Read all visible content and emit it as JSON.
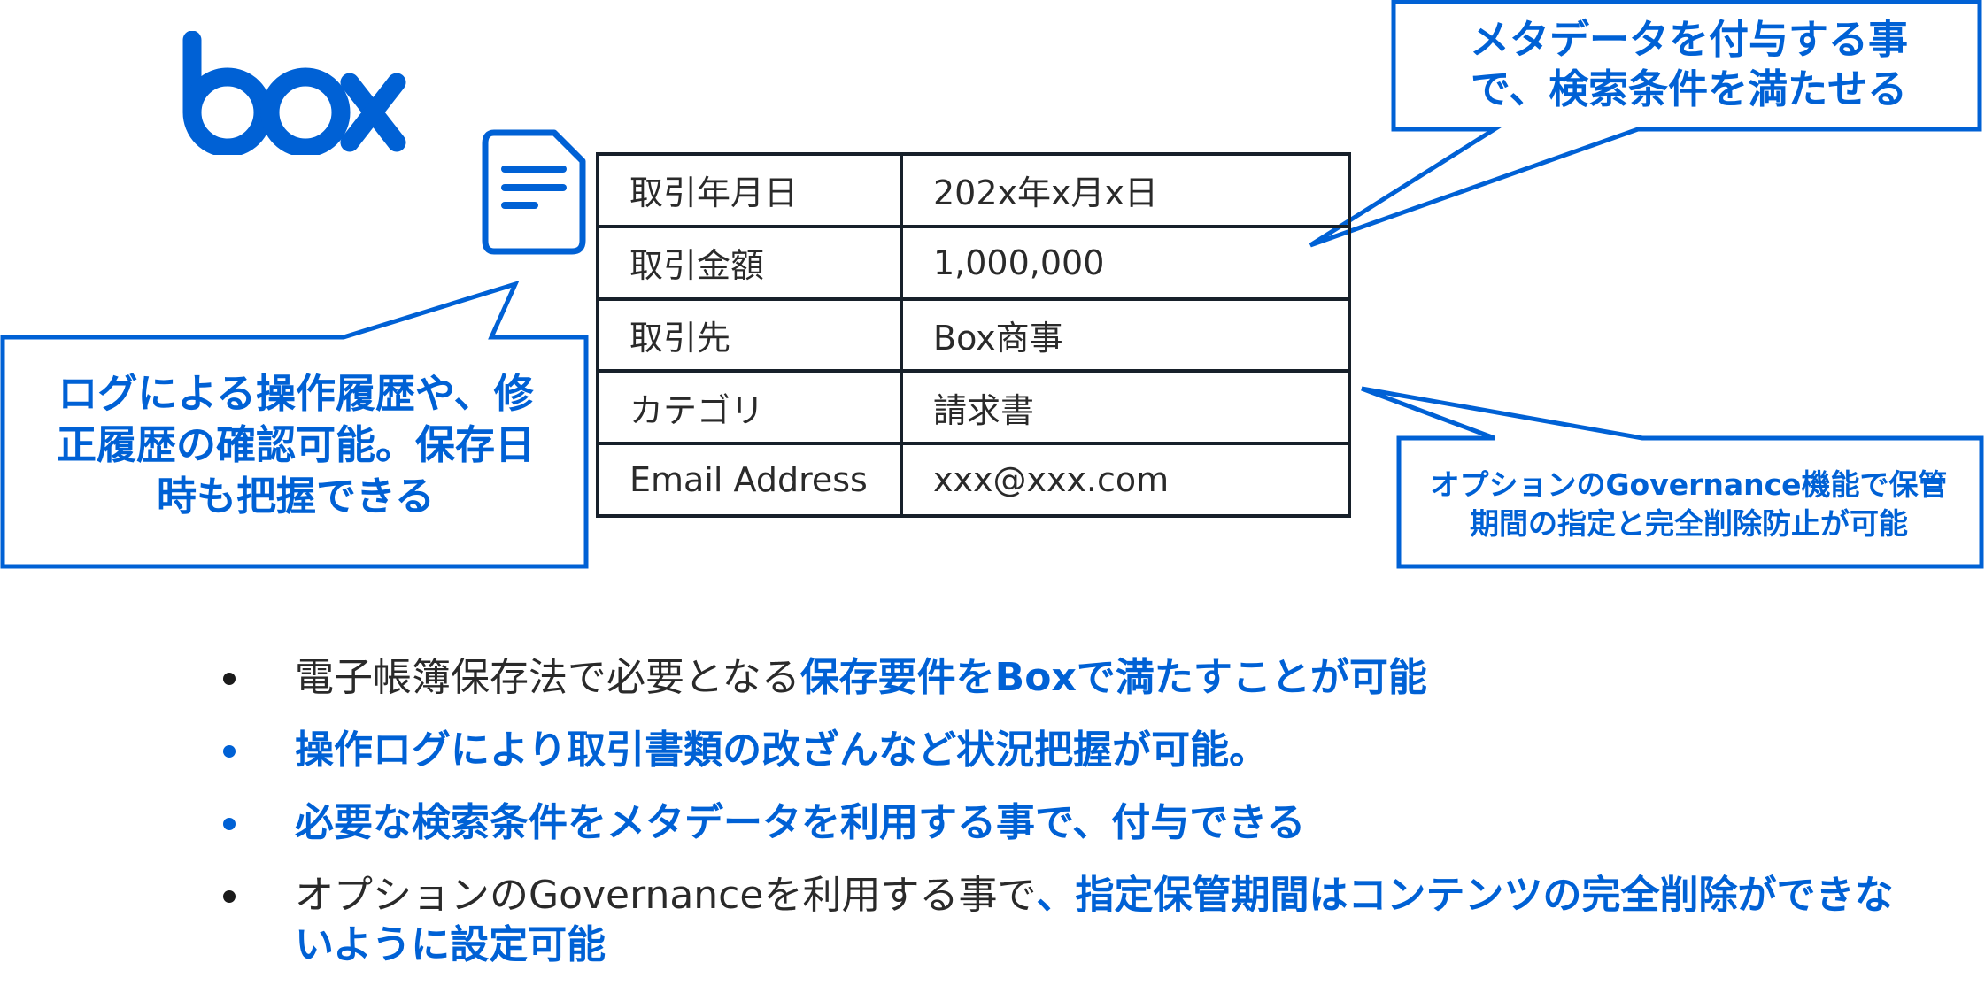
{
  "brand": {
    "logo_text": "box",
    "accent_color": "#0061D5",
    "text_color": "#1f1f1f",
    "table_border_color": "#17202a"
  },
  "icons": {
    "logo": "box-logo-icon",
    "document": "document-icon"
  },
  "metadata_table": {
    "rows": [
      {
        "label": "取引年月日",
        "value": "202x年x月x日"
      },
      {
        "label": "取引金額",
        "value": "1,000,000"
      },
      {
        "label": "取引先",
        "value": "Box商事"
      },
      {
        "label": "カテゴリ",
        "value": "請求書"
      },
      {
        "label": "Email Address",
        "value": "xxx@xxx.com"
      }
    ]
  },
  "callouts": {
    "left": {
      "lines": [
        "ログによる操作履歴や、修",
        "正履歴の確認可能。保存日",
        "時も把握できる"
      ]
    },
    "top_right": {
      "lines": [
        "メタデータを付与する事",
        "で、検索条件を満たせる"
      ]
    },
    "bottom_right": {
      "lines": [
        "オプションのGovernance機能で保管",
        "期間の指定と完全削除防止が可能"
      ]
    }
  },
  "bullets": [
    {
      "bullet_color": "dark",
      "segments": [
        {
          "style": "dark",
          "text": "電子帳簿保存法で必要となる"
        },
        {
          "style": "blue",
          "text": "保存要件をBoxで満たすことが可能"
        }
      ]
    },
    {
      "bullet_color": "blue",
      "segments": [
        {
          "style": "blue",
          "text": "操作ログにより取引書類の改ざんなど状況把握が可能。"
        }
      ]
    },
    {
      "bullet_color": "blue",
      "segments": [
        {
          "style": "blue",
          "text": "必要な検索条件をメタデータを利用する事で、付与できる"
        }
      ]
    },
    {
      "bullet_color": "dark",
      "segments": [
        {
          "style": "dark",
          "text": "オプションのGovernanceを利用する事で"
        },
        {
          "style": "blue",
          "text": "、指定保管期間はコンテンツの完全削除ができないように設定可能"
        }
      ]
    }
  ]
}
